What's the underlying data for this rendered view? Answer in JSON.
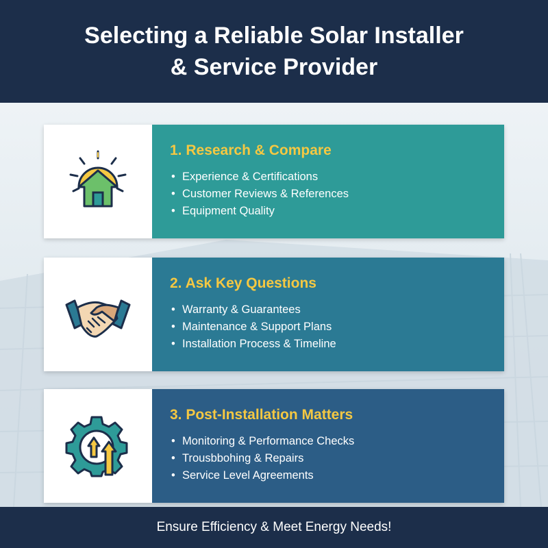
{
  "header": {
    "title": "Selecting a Reliable Solar Installer & Service Provider"
  },
  "cards": [
    {
      "title": "1. Research & Compare",
      "bullets": [
        "Experience & Certifications",
        "Customer Reviews & References",
        "Equipment Quality"
      ],
      "icon": "solar-house-icon",
      "color": "#2e9b98"
    },
    {
      "title": "2. Ask Key Questions",
      "bullets": [
        "Warranty & Guarantees",
        "Maintenance & Support Plans",
        "Installation Process & Timeline"
      ],
      "icon": "handshake-icon",
      "color": "#2b7a94"
    },
    {
      "title": "3. Post-Installation Matters",
      "bullets": [
        "Monitoring & Performance Checks",
        "Trousbbohing & Repairs",
        "Service Level Agreements"
      ],
      "icon": "gear-arrows-icon",
      "color": "#2c5d86"
    }
  ],
  "footer": {
    "text": "Ensure Efficiency & Meet Energy Needs!"
  },
  "colors": {
    "navy": "#1c2e4a",
    "accent_yellow": "#f5c842"
  }
}
